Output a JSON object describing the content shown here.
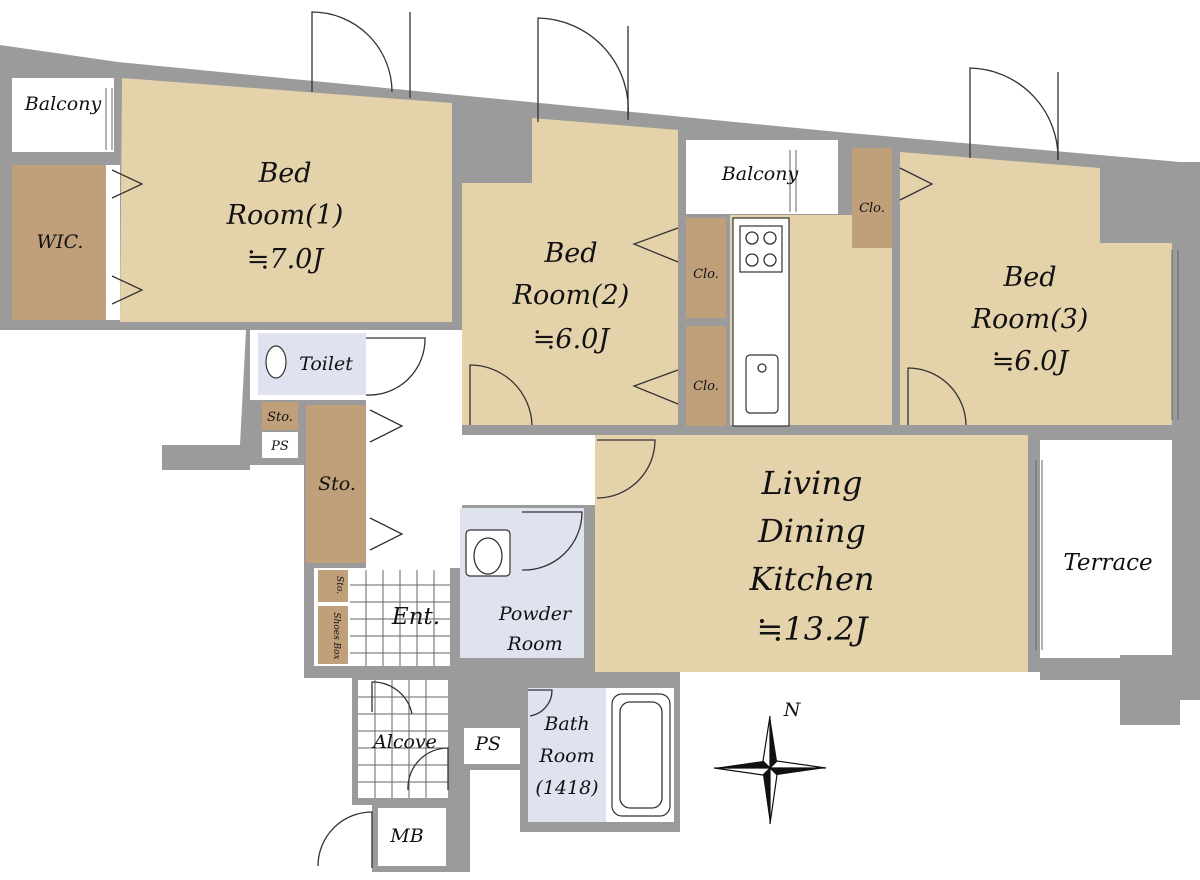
{
  "rooms": {
    "bedroom1": {
      "name_line1": "Bed",
      "name_line2": "Room(1)",
      "size": "≒7.0J"
    },
    "bedroom2": {
      "name_line1": "Bed",
      "name_line2": "Room(2)",
      "size": "≒6.0J"
    },
    "bedroom3": {
      "name_line1": "Bed",
      "name_line2": "Room(3)",
      "size": "≒6.0J"
    },
    "ldk": {
      "line1": "Living",
      "line2": "Dining",
      "line3": "Kitchen",
      "size": "≒13.2J"
    },
    "balcony_left": "Balcony",
    "balcony_center": "Balcony",
    "terrace": "Terrace",
    "wic": "WIC.",
    "clo_bed2_top": "Clo.",
    "clo_bed2_bottom": "Clo.",
    "clo_bed3": "Clo.",
    "toilet": "Toilet",
    "sto_small": "Sto.",
    "ps_upper": "PS",
    "sto_tall": "Sto.",
    "sto_entrance": "Sto.",
    "shoes_box": "Shoes Box",
    "entrance": "Ent.",
    "powder_room_line1": "Powder",
    "powder_room_line2": "Room",
    "bath_line1": "Bath",
    "bath_line2": "Room",
    "bath_line3": "(1418)",
    "alcove": "Alcove",
    "ps_lower": "PS",
    "mb": "MB"
  },
  "compass": {
    "label": "N",
    "icon": "compass-rose-icon"
  },
  "colors": {
    "room_fill": "#e4d2ab",
    "storage_fill": "#c0a07a",
    "wet_area_fill": "#dfe3ef",
    "wall": "#9b9b9b"
  }
}
